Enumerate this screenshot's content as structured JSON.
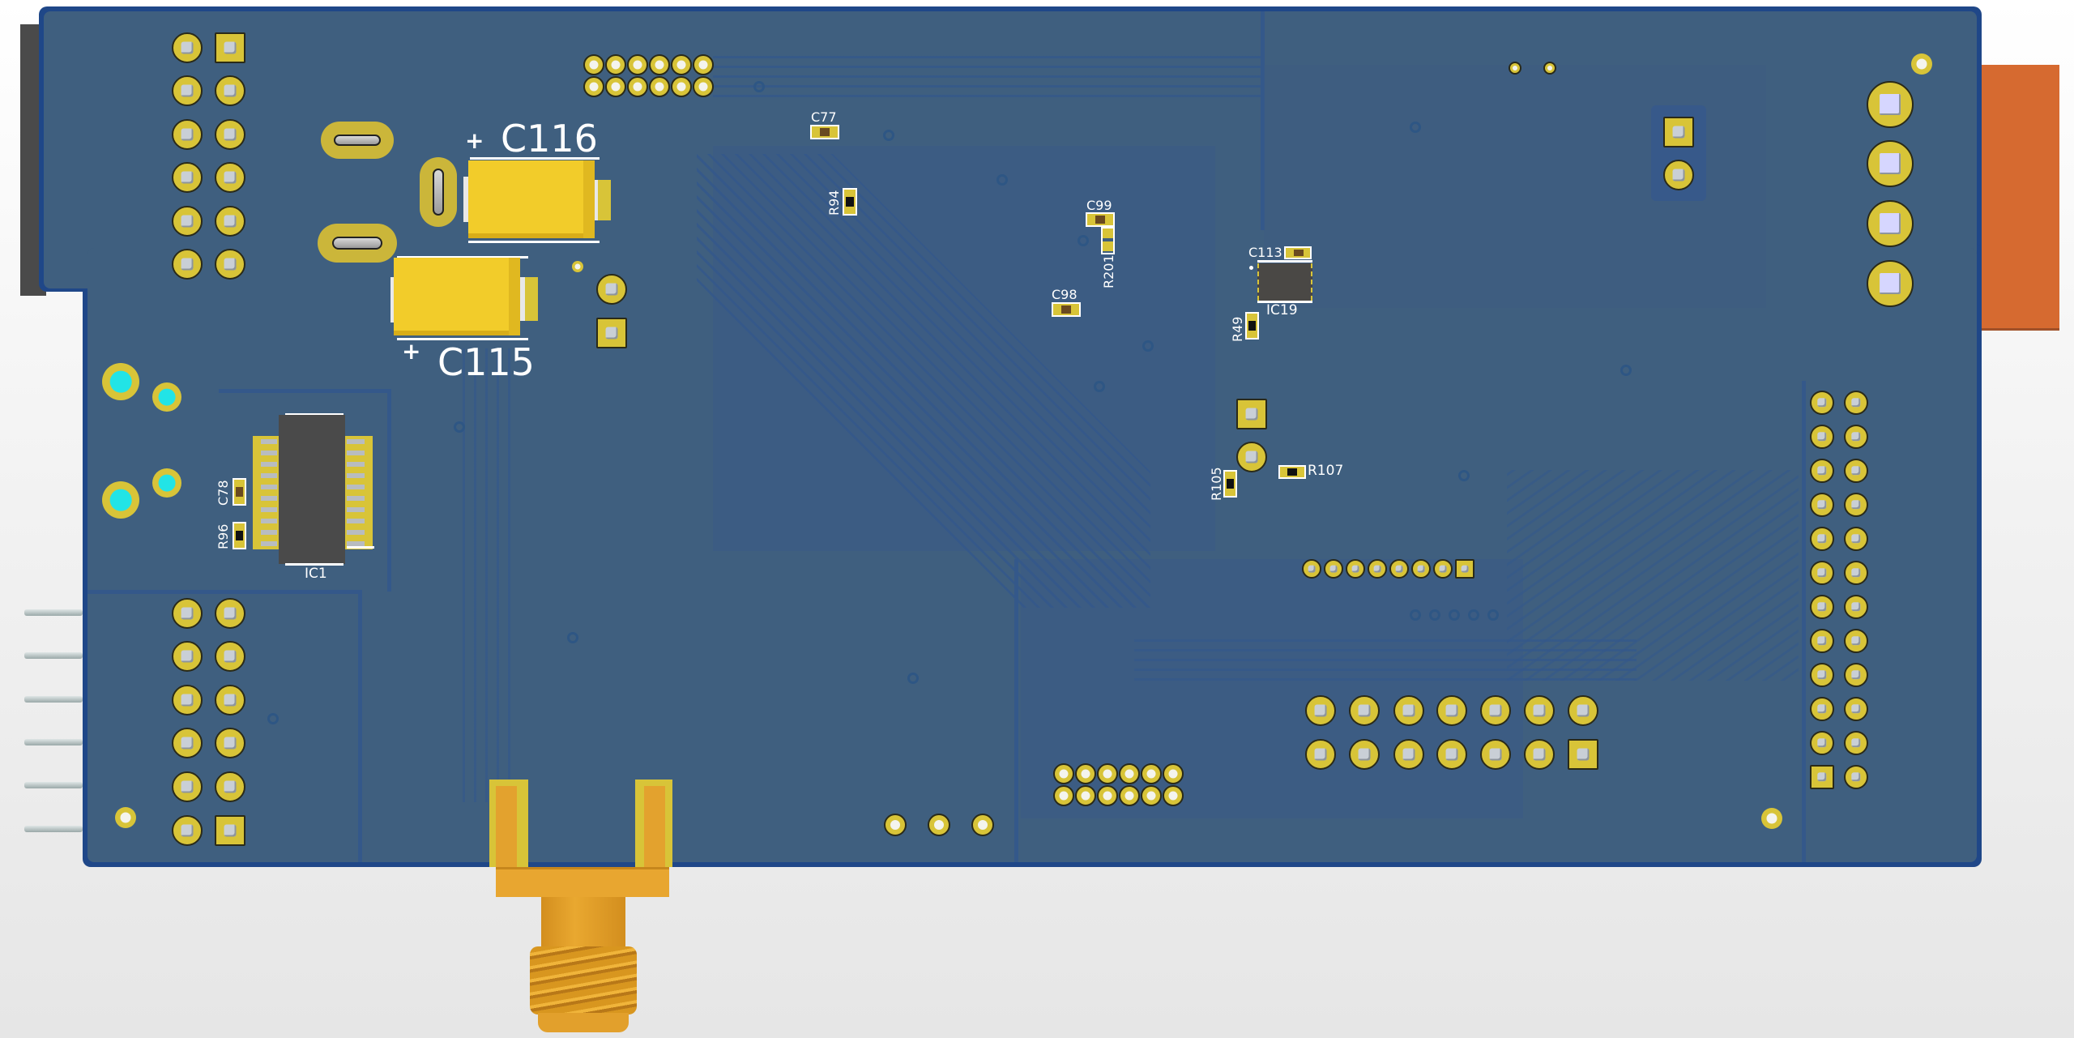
{
  "view": {
    "type": "pcb-3d-render",
    "background": "#eeeeee",
    "board_color": "#3f5f7f",
    "copper_pour_edge": "#1f4788",
    "pad_color": "#d8c438",
    "silkscreen_color": "#ffffff",
    "connector_color": "#e0a830",
    "header_connector_color": "#d66a30"
  },
  "silkscreen": {
    "c116": "C116",
    "c115": "C115",
    "plus_c116": "+",
    "plus_c115": "+",
    "c77": "C77",
    "r94": "R94",
    "c99": "C99",
    "r201": "R201",
    "c98": "C98",
    "c113": "C113",
    "ic19": "IC19",
    "r49": "R49",
    "r107": "R107",
    "r105": "R105",
    "c78": "C78",
    "r96": "R96",
    "ic1": "IC1"
  },
  "components": [
    {
      "ref": "C116",
      "type": "tantalum-capacitor",
      "polarity": "+"
    },
    {
      "ref": "C115",
      "type": "tantalum-capacitor",
      "polarity": "+"
    },
    {
      "ref": "C77",
      "type": "smd-capacitor-0603"
    },
    {
      "ref": "R94",
      "type": "smd-resistor-0603"
    },
    {
      "ref": "C99",
      "type": "smd-capacitor-0603"
    },
    {
      "ref": "R201",
      "type": "smd-resistor-footprint-unpopulated"
    },
    {
      "ref": "C98",
      "type": "smd-capacitor-0603"
    },
    {
      "ref": "C113",
      "type": "smd-capacitor-0603"
    },
    {
      "ref": "IC19",
      "type": "qfn-ic"
    },
    {
      "ref": "R49",
      "type": "smd-resistor-0603"
    },
    {
      "ref": "R107",
      "type": "smd-resistor-0603"
    },
    {
      "ref": "R105",
      "type": "smd-resistor-0603"
    },
    {
      "ref": "C78",
      "type": "smd-capacitor-0603"
    },
    {
      "ref": "R96",
      "type": "smd-resistor-0603"
    },
    {
      "ref": "IC1",
      "type": "ssop-20-ic"
    }
  ],
  "connectors": {
    "left_top_header": {
      "rows": 6,
      "cols": 2
    },
    "left_bottom_header": {
      "rows": 6,
      "cols": 2,
      "side_pins": 6
    },
    "right_header": {
      "rows": 12,
      "cols": 2
    },
    "bottom_mid_header": {
      "rows": 2,
      "cols": 7
    },
    "single_row_header": {
      "rows": 1,
      "cols": 8
    },
    "top_small_header": {
      "rows": 2,
      "cols": 6
    },
    "bottom_small_header": {
      "rows": 2,
      "cols": 6
    },
    "right_edge_connector": {
      "pins": 4
    },
    "sma_connector": {
      "type": "edge-mount-sma"
    }
  }
}
